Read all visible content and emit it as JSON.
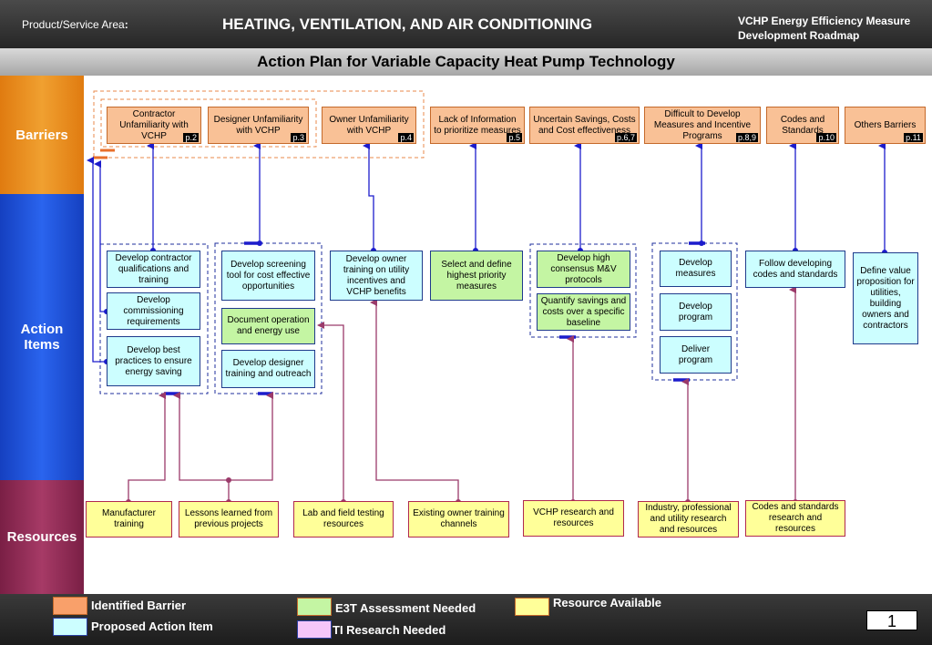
{
  "header": {
    "area_label": "Product/Service Area",
    "area_colon": ":",
    "title": "HEATING, VENTILATION, AND AIR CONDITIONING",
    "measure_line1": "VCHP Energy Efficiency Measure",
    "measure_line2": "Development Roadmap"
  },
  "plan_title": "Action Plan for Variable Capacity Heat Pump Technology",
  "bands": {
    "barriers": "Barriers",
    "action_items": "Action Items",
    "resources": "Resources"
  },
  "barriers": [
    {
      "text": "Contractor Unfamiliarity with VCHP",
      "page": "p.2"
    },
    {
      "text": "Designer Unfamiliarity with VCHP",
      "page": "p.3"
    },
    {
      "text": "Owner Unfamiliarity with VCHP",
      "page": "p.4"
    },
    {
      "text": "Lack of Information to prioritize measures",
      "page": "p.5"
    },
    {
      "text": "Uncertain Savings, Costs and Cost effectiveness",
      "page": "p.6,7"
    },
    {
      "text": "Difficult to Develop Measures and Incentive Programs",
      "page": "p.8,9"
    },
    {
      "text": "Codes and Standards",
      "page": "p.10"
    },
    {
      "text": "Others Barriers",
      "page": "p.11"
    }
  ],
  "actions": [
    {
      "text": "Develop contractor qualifications and training"
    },
    {
      "text": "Develop commissioning requirements"
    },
    {
      "text": "Develop best practices to ensure energy saving"
    },
    {
      "text": "Develop screening tool for cost effective opportunities"
    },
    {
      "text": "Document operation and energy use"
    },
    {
      "text": "Develop designer training and outreach"
    },
    {
      "text": "Develop owner training on utility incentives and VCHP benefits"
    },
    {
      "text": "Select and define highest priority measures"
    },
    {
      "text": "Develop high consensus M&V protocols"
    },
    {
      "text": "Quantify savings and costs over a specific baseline"
    },
    {
      "text": "Develop measures"
    },
    {
      "text": "Develop program"
    },
    {
      "text": "Deliver program"
    },
    {
      "text": "Follow developing codes and standards"
    },
    {
      "text": "Define value proposition for utilities, building owners and contractors"
    }
  ],
  "resources": [
    {
      "text": "Manufacturer training"
    },
    {
      "text": "Lessons learned from previous projects"
    },
    {
      "text": "Lab and field testing resources"
    },
    {
      "text": "Existing owner training channels"
    },
    {
      "text": "VCHP research and resources"
    },
    {
      "text": "Industry, professional and utility research and resources"
    },
    {
      "text": "Codes and standards research and resources"
    }
  ],
  "legend": {
    "identified_barrier": "Identified Barrier",
    "proposed_action": "Proposed Action Item",
    "e3t": "E3T Assessment Needed",
    "ti": "TI Research Needed",
    "resource": "Resource Available"
  },
  "page_number": "1",
  "colors": {
    "barrier_fill": "#f9c196",
    "action_fill": "#ccfeff",
    "e3t_fill": "#c4f5a3",
    "ti_fill": "#f5c6f9",
    "resource_fill": "#ffff99",
    "blue_line": "#1c1ccc",
    "resource_line": "#9b3a6a"
  }
}
